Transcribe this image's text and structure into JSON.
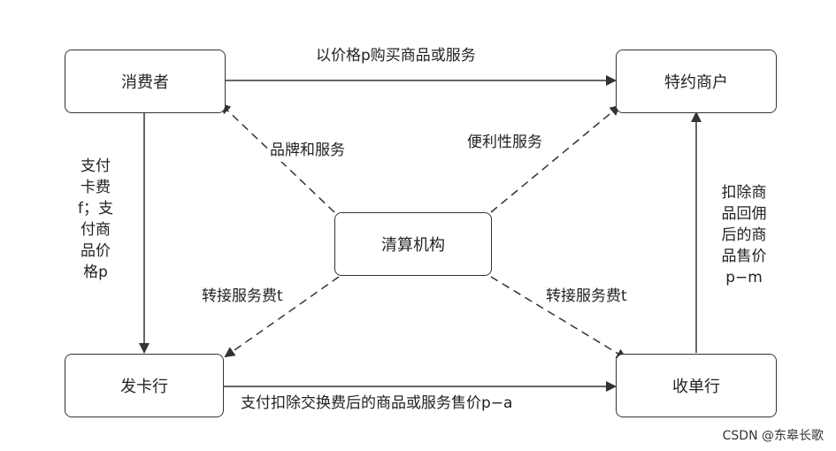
{
  "nodes": {
    "consumer": "消费者",
    "merchant": "特约商户",
    "clearing": "清算机构",
    "issuer": "发卡行",
    "acquirer": "收单行"
  },
  "edges": {
    "consumer_to_merchant": "以价格p购买商品或服务",
    "clearing_to_consumer": "品牌和服务",
    "clearing_to_merchant": "便利性服务",
    "clearing_to_issuer": "转接服务费t",
    "clearing_to_acquirer": "转接服务费t",
    "issuer_to_acquirer": "支付扣除交换费后的商品或服务售价p−a",
    "consumer_to_issuer_lines": [
      "支付",
      "卡费",
      "f；支",
      "付商",
      "品价",
      "格p"
    ],
    "acquirer_to_merchant_lines": [
      "扣除商",
      "品回佣",
      "后的商",
      "品售价",
      "p−m"
    ]
  },
  "watermark": "CSDN @东皋长歌"
}
